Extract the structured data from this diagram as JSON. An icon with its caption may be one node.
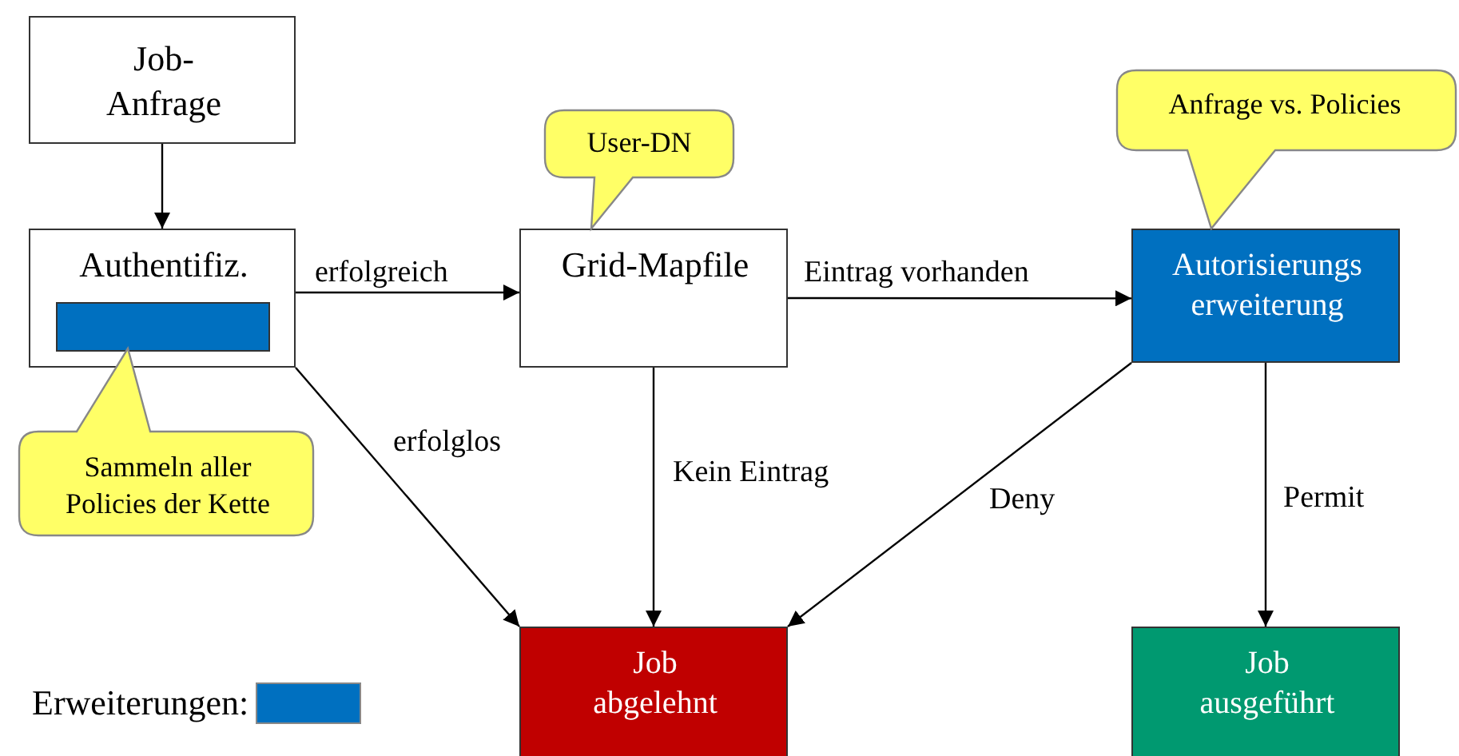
{
  "diagram": {
    "nodes": [
      {
        "text": [
          "Job-Anfrage"
        ]
      },
      {
        "text": [
          "Authentifiz."
        ]
      },
      {
        "text": [],
        "shape": "bar",
        "in": 1
      },
      {
        "text": [
          "Sammeln aller Policies der Kette"
        ]
      },
      {
        "text": [
          "Grid-Mapfile"
        ]
      },
      {
        "text": [
          "User-DN"
        ]
      },
      {
        "text": [
          "Autorisierungs erweiterung"
        ]
      },
      {
        "text": [
          "Anfrage vs. Policies"
        ]
      },
      {
        "text": [
          "Job abgelehnt"
        ]
      },
      {
        "text": [
          "Job ausgeführt"
        ]
      }
    ],
    "edges": [
      {
        "from": 0,
        "to": 1,
        "arrow": "to"
      },
      {
        "from": 1,
        "to": 4,
        "arrow": "to",
        "label": "erfolgreich"
      },
      {
        "from": 4,
        "to": 6,
        "arrow": "to",
        "label": "Eintrag vorhanden"
      },
      {
        "from": 1,
        "to": 8,
        "arrow": "to",
        "label": "erfolglos"
      },
      {
        "from": 4,
        "to": 8,
        "arrow": "to",
        "label": "Kein Eintrag"
      },
      {
        "from": 6,
        "to": 8,
        "arrow": "to",
        "label": "Deny"
      },
      {
        "from": 6,
        "to": 9,
        "arrow": "to",
        "label": "Permit"
      }
    ],
    "legend": [
      {
        "text": "Erweiterungen:",
        "color": "#0070c0"
      }
    ]
  }
}
